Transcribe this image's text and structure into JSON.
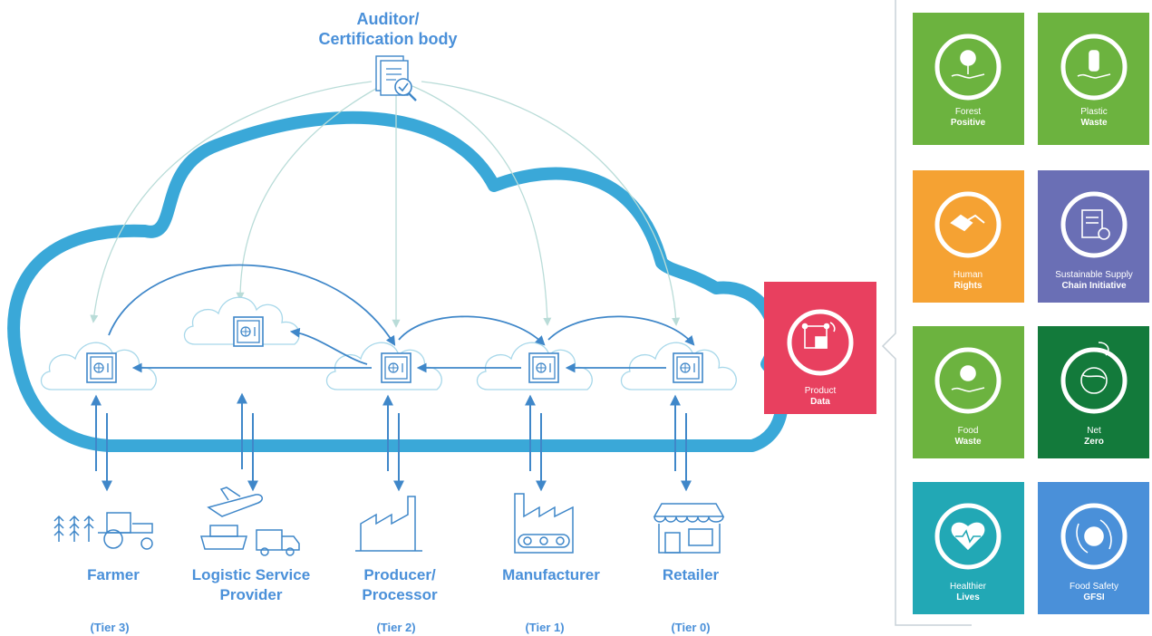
{
  "auditor": {
    "line1": "Auditor/",
    "line2": "Certification body"
  },
  "product_data": {
    "line1": "Product",
    "line2": "Data",
    "color": "#e8405f"
  },
  "actors": [
    {
      "id": "farmer",
      "line1": "Farmer",
      "line2": "",
      "tier": "(Tier 3)"
    },
    {
      "id": "logistics",
      "line1": "Logistic Service",
      "line2": "Provider",
      "tier": ""
    },
    {
      "id": "producer",
      "line1": "Producer/",
      "line2": "Processor",
      "tier": "(Tier 2)"
    },
    {
      "id": "manufacturer",
      "line1": "Manufacturer",
      "line2": "",
      "tier": "(Tier 1)"
    },
    {
      "id": "retailer",
      "line1": "Retailer",
      "line2": "",
      "tier": "(Tier 0)"
    }
  ],
  "initiatives": [
    {
      "line1": "Forest",
      "line2": "Positive",
      "color": "#6cb33f",
      "icon": "forest-hand-icon"
    },
    {
      "line1": "Plastic",
      "line2": "Waste",
      "color": "#6cb33f",
      "icon": "plastic-bottle-hand-icon"
    },
    {
      "line1": "Human",
      "line2": "Rights",
      "color": "#f5a233",
      "icon": "handshake-icon"
    },
    {
      "line1": "Sustainable Supply",
      "line2": "Chain Initiative",
      "color": "#6a6fb5",
      "icon": "certificate-icon"
    },
    {
      "line1": "Food",
      "line2": "Waste",
      "color": "#6cb33f",
      "icon": "apple-hand-icon"
    },
    {
      "line1": "Net",
      "line2": "Zero",
      "color": "#137a3b",
      "icon": "globe-leaf-icon"
    },
    {
      "line1": "Healthier",
      "line2": "Lives",
      "color": "#22a8b5",
      "icon": "heart-pulse-icon"
    },
    {
      "line1": "Food Safety",
      "line2": "GFSI",
      "color": "#4a90d9",
      "icon": "gfsi-icon"
    }
  ],
  "colors": {
    "cloud": "#3aa8d8",
    "arrow": "#3f87c9",
    "label": "#4a90d9",
    "thin_arrow": "#b9dcd8"
  }
}
